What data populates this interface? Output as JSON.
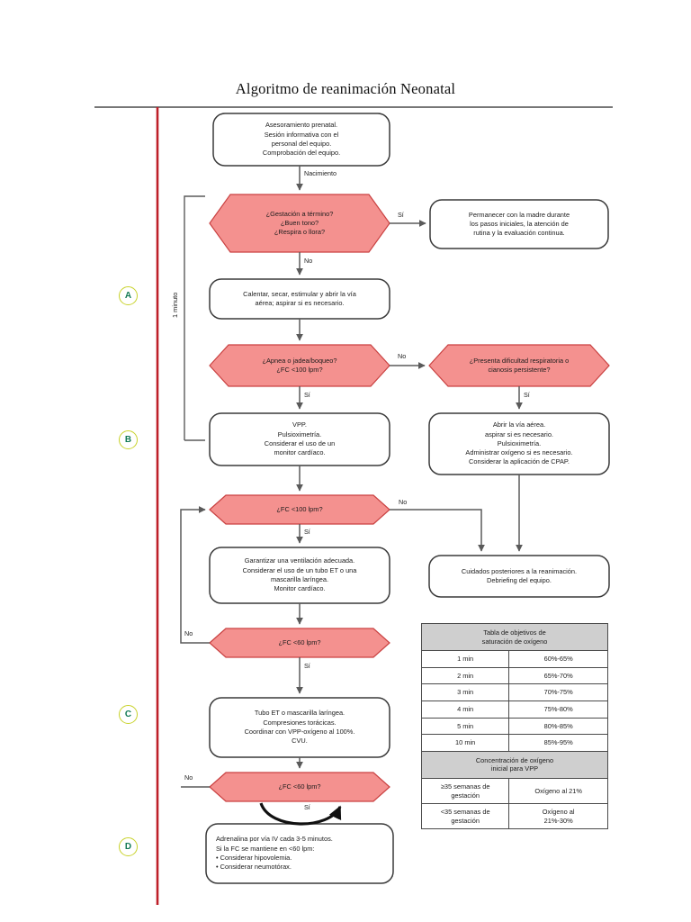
{
  "title": "Algoritmo de reanimación Neonatal",
  "colors": {
    "decision_fill": "#F4918F",
    "decision_stroke": "#C94141",
    "process_stroke": "#3a3a3a",
    "connector": "#5a5a5a",
    "red_rule": "#BE2029",
    "top_rule": "#4a4a4a",
    "phase_ring": "#C8D22A",
    "phase_letter": "#127A55",
    "table_header_bg": "#CFCFCF",
    "table_border": "#4A4A4A"
  },
  "timing_label": "1 minuto",
  "phases": [
    {
      "id": "A",
      "label": "A"
    },
    {
      "id": "B",
      "label": "B"
    },
    {
      "id": "C",
      "label": "C"
    },
    {
      "id": "D",
      "label": "D"
    }
  ],
  "nodes": {
    "prenatal": "Asesoramiento prenatal.\nSesión informativa con el\npersonal del equipo.\nComprobación del equipo.",
    "q_termino": "¿Gestación a término?\n¿Buen tono?\n¿Respira o llora?",
    "madre": "Permanecer con la madre durante\nlos pasos iniciales, la atención de\nrutina y la evaluación continua.",
    "calentar": "Calentar, secar, estimular y abrir la vía\naérea; aspirar si es necesario.",
    "q_apnea": "¿Apnea o jadea/boqueo?\n¿FC <100 lpm?",
    "q_dificultad": "¿Presenta dificultad respiratoria o\ncianosis persistente?",
    "vpp": "VPP.\nPulsioximetría.\nConsiderar el uso de un\nmonitor cardíaco.",
    "abrir_via": "Abrir la vía aérea.\naspirar si es necesario.\nPulsioximetría.\nAdministrar oxígeno si es necesario.\nConsiderar la aplicación de CPAP.",
    "q_fc100": "¿FC <100 lpm?",
    "garantizar": "Garantizar una ventilación adecuada.\nConsiderar el uso de un tubo ET o una\nmascarilla laríngea.\nMonitor cardíaco.",
    "cuidados": "Cuidados posteriores a la reanimación.\nDebriefing del equipo.",
    "q_fc60_a": "¿FC <60 lpm?",
    "tubo_et": "Tubo ET o mascarilla laríngea.\nCompresiones torácicas.\nCoordinar con VPP-oxígeno al 100%.\nCVU.",
    "q_fc60_b": "¿FC <60 lpm?",
    "adrenalina": "Adrenalina por vía IV cada 3-5 minutos.\nSi la FC se mantiene en <60 lpm:\n• Considerar hipovolemia.\n• Considerar neumotórax."
  },
  "edge_labels": {
    "nacimiento": "Nacimiento",
    "si_termino": "Sí",
    "no_termino": "No",
    "no_apnea": "No",
    "si_apnea": "Sí",
    "si_dificultad": "Sí",
    "no_fc100": "No",
    "si_fc100": "Sí",
    "no_fc60_a": "No",
    "si_fc60_a": "Sí",
    "no_fc60_b": "No",
    "si_fc60_b": "Sí"
  },
  "table": {
    "saturation_header": "Tabla de objetivos de\nsaturación de oxígeno",
    "saturation_rows": [
      {
        "time": "1 min",
        "target": "60%-65%"
      },
      {
        "time": "2 min",
        "target": "65%-70%"
      },
      {
        "time": "3 min",
        "target": "70%-75%"
      },
      {
        "time": "4 min",
        "target": "75%-80%"
      },
      {
        "time": "5 min",
        "target": "80%-85%"
      },
      {
        "time": "10 min",
        "target": "85%-95%"
      }
    ],
    "oxygen_header": "Concentración de oxígeno\ninicial para VPP",
    "oxygen_rows": [
      {
        "ga": "≥35 semanas de\ngestación",
        "fio2": "Oxígeno al 21%"
      },
      {
        "ga": "<35 semanas de\ngestación",
        "fio2": "Oxígeno al\n21%-30%"
      }
    ]
  }
}
